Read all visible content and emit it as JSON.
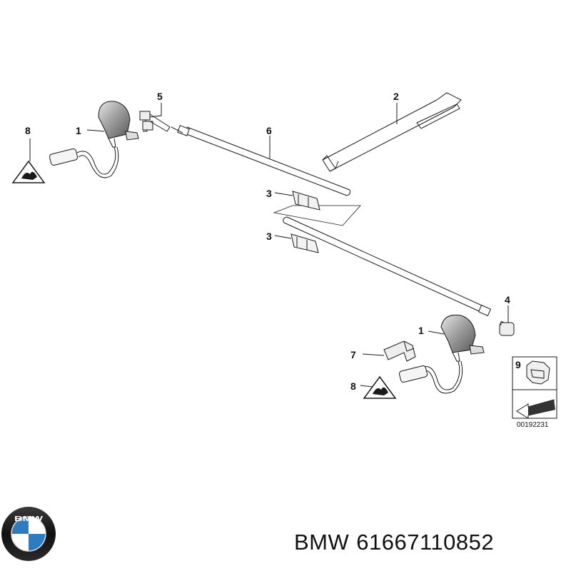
{
  "diagram": {
    "callouts": {
      "c1a": "1",
      "c1b": "1",
      "c2": "2",
      "c3a": "3",
      "c3b": "3",
      "c4": "4",
      "c5": "5",
      "c6": "6",
      "c7": "7",
      "c8a": "8",
      "c8b": "8",
      "c9": "9"
    },
    "reference_code": "00192231"
  },
  "footer": {
    "brand": "BMW",
    "part_number": "61667110852",
    "logo_text": "BMW"
  },
  "colors": {
    "line": "#1a1a1a",
    "nozzle_fill": "#bdbdbd",
    "logo_blue": "#2f7bc0",
    "logo_ring": "#111111"
  }
}
